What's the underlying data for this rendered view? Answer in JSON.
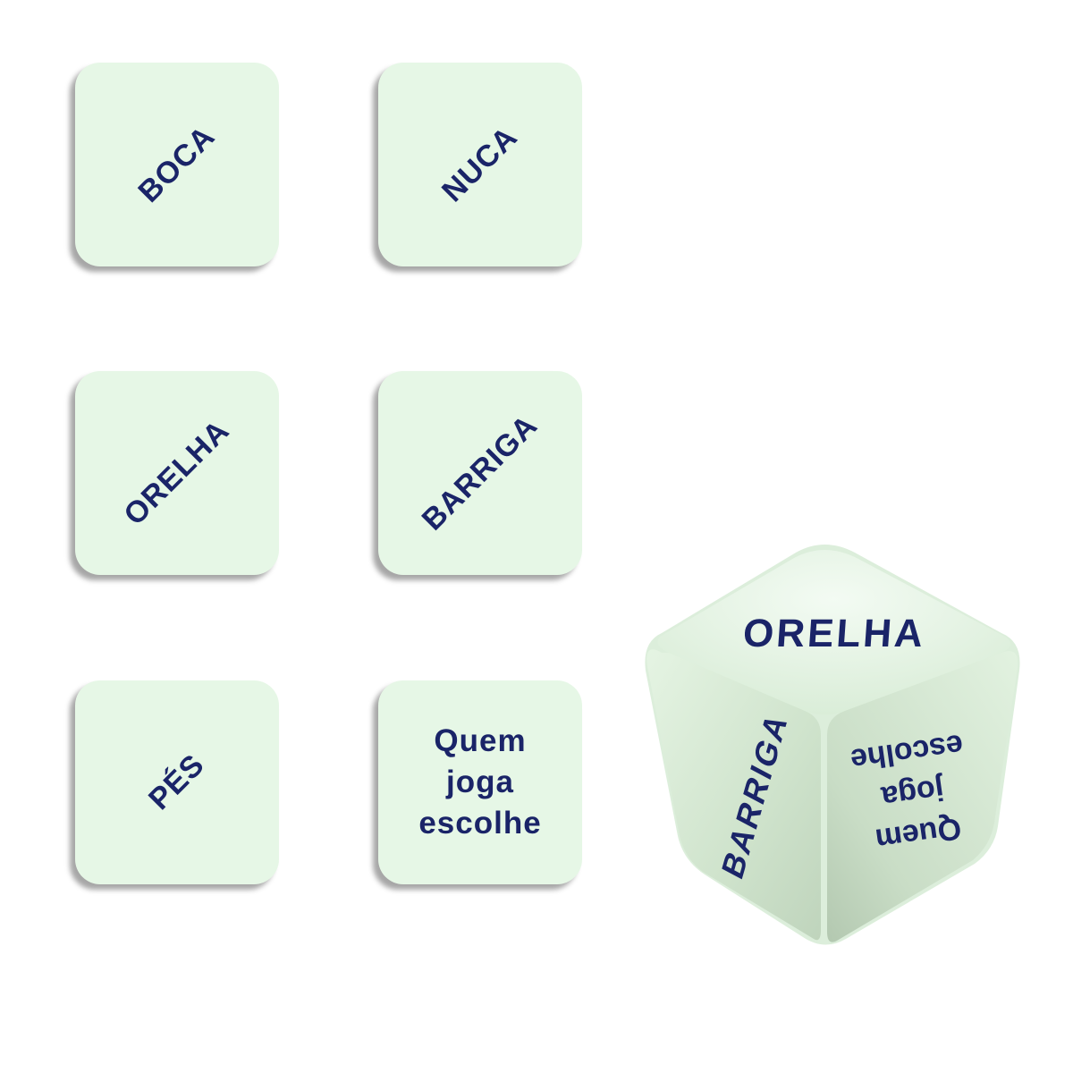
{
  "tiles": [
    {
      "label": "BOCA"
    },
    {
      "label": "NUCA"
    },
    {
      "label": "ORELHA"
    },
    {
      "label": "BARRIGA"
    },
    {
      "label": "PÉS"
    },
    {
      "lines": [
        "Quem",
        "joga",
        "escolhe"
      ]
    }
  ],
  "die": {
    "top_face": "ORELHA",
    "left_face": "BARRIGA",
    "right_face_lines": [
      "Quem",
      "joga",
      "escolhe"
    ]
  },
  "colors": {
    "face_fill": "#e6f7e6",
    "text": "#1a2468",
    "background": "#ffffff"
  }
}
